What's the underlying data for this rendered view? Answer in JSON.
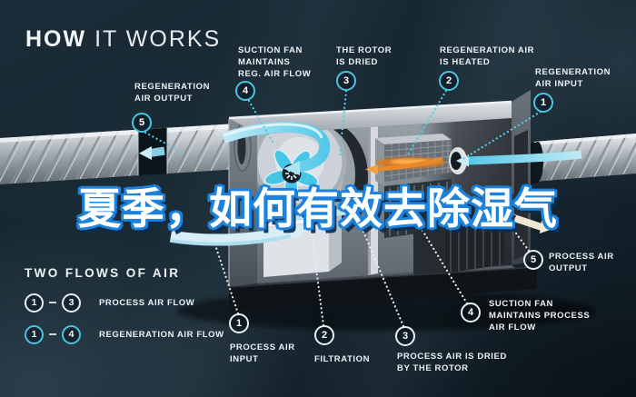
{
  "title": {
    "strong": "HOW",
    "light": "IT WORKS"
  },
  "headline": {
    "text": "夏季，如何有效去除湿气",
    "fill": "#ffffff",
    "outline": "#1c82dc"
  },
  "callouts": {
    "reg_output": {
      "num": "5",
      "lines": [
        "REGENERATION",
        "AIR OUTPUT"
      ]
    },
    "reg_fan": {
      "num": "4",
      "lines": [
        "SUCTION FAN",
        "MAINTAINS",
        "REG. AIR FLOW"
      ]
    },
    "rotor_dried": {
      "num": "3",
      "lines": [
        "THE ROTOR",
        "IS DRIED"
      ]
    },
    "reg_heated": {
      "num": "2",
      "lines": [
        "REGENERATION AIR",
        "IS HEATED"
      ]
    },
    "reg_input": {
      "num": "1",
      "lines": [
        "REGENERATION",
        "AIR INPUT"
      ]
    },
    "proc_input": {
      "num": "1",
      "lines": [
        "PROCESS AIR",
        "INPUT"
      ]
    },
    "filtration": {
      "num": "2",
      "lines": [
        "FILTRATION"
      ]
    },
    "proc_dried": {
      "num": "3",
      "lines": [
        "PROCESS AIR IS DRIED",
        "BY THE ROTOR"
      ]
    },
    "proc_fan": {
      "num": "4",
      "lines": [
        "SUCTION FAN",
        "MAINTAINS PROCESS",
        "AIR FLOW"
      ]
    },
    "proc_output": {
      "num": "5",
      "lines": [
        "PROCESS AIR",
        "OUTPUT"
      ]
    }
  },
  "legend": {
    "heading": "TWO FLOWS OF AIR",
    "rows": [
      {
        "a": "1",
        "b": "3",
        "label": "PROCESS AIR FLOW",
        "style": "white"
      },
      {
        "a": "1",
        "b": "4",
        "label": "REGENERATION AIR FLOW",
        "style": "cyan"
      }
    ]
  },
  "colors": {
    "accent_cyan": "#49c4e4",
    "heater_orange": "#ef8c28",
    "background": "#16242f"
  }
}
